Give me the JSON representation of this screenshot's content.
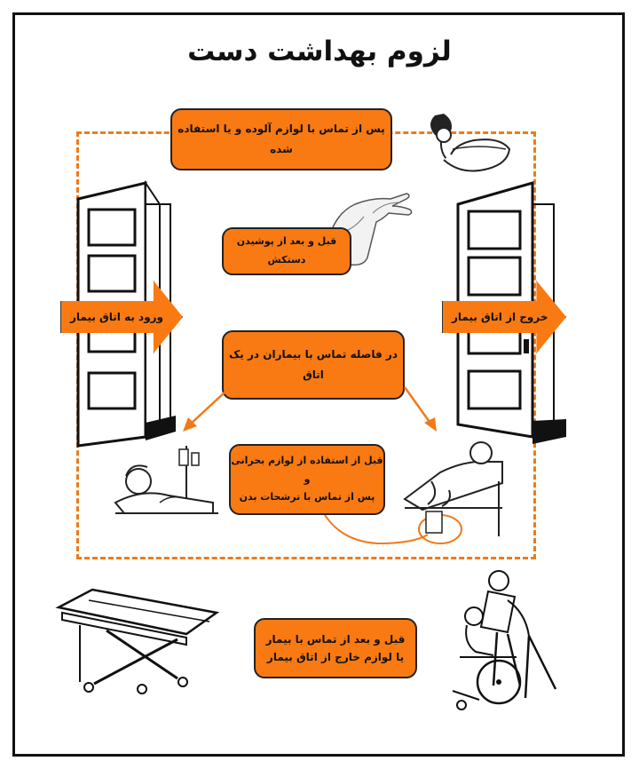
{
  "title": "لزوم بهداشت دست",
  "boxes": {
    "contaminated": "پس از تماس با لوازم آلوده و یا استفاده شده",
    "gloves": "قبل و بعد از پوشیدن دستکش",
    "between_patients": "در فاصله تماس با بیماران در یک اتاق",
    "critical_line1": "قبل از استفاده از لوازم بحرانی و",
    "critical_line2": "پس از تماس با ترشحات بدن",
    "contact_line1": "قبل و بعد از تماس با بیمار",
    "contact_line2": "یا لوازم خارج از اتاق بیمار"
  },
  "arrows": {
    "enter": "ورود به اتاق بیمار",
    "exit": "خروج از اتاق بیمار"
  },
  "colors": {
    "accent": "#f97a12",
    "dash": "#f07a1a",
    "ink": "#111111"
  },
  "icons": [
    "blood-pressure-cuff-icon",
    "gloves-icon",
    "door-icon",
    "patient-bed-icon",
    "stretcher-icon",
    "wheelchair-icon"
  ]
}
